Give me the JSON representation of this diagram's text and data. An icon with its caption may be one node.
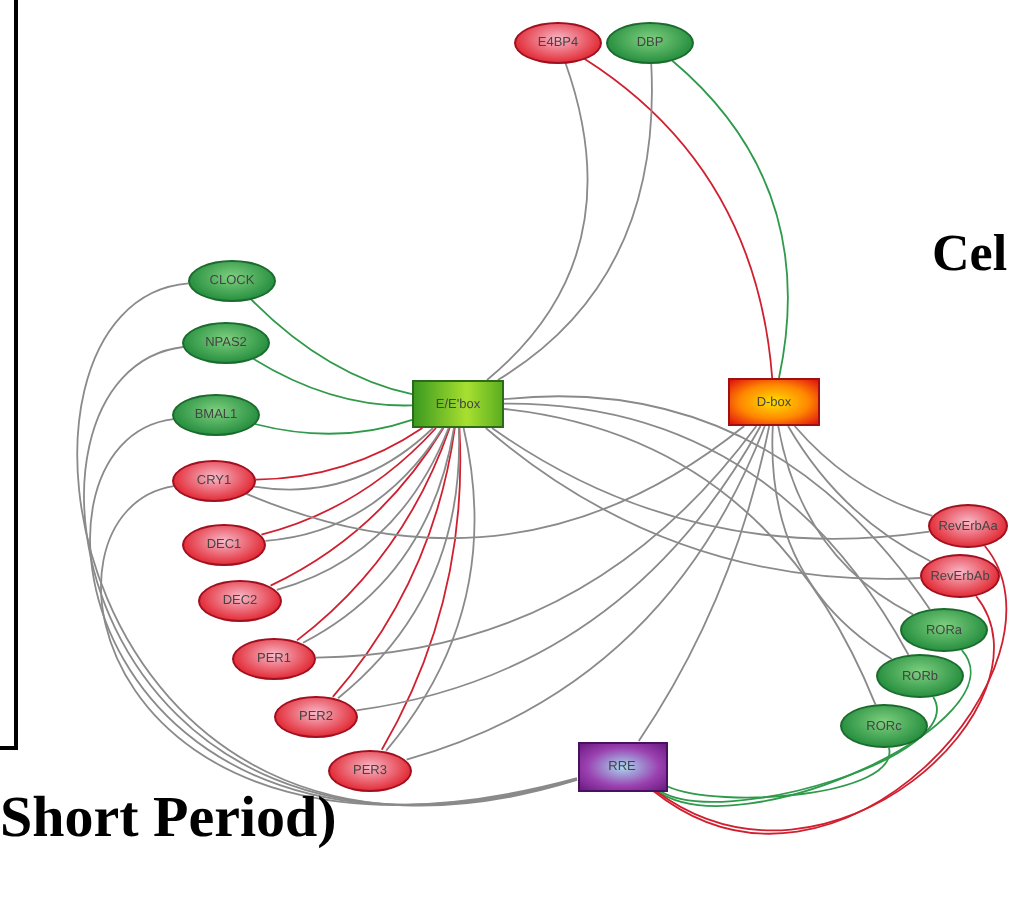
{
  "diagram": {
    "nodes": [
      {
        "text": [
          "E4BP4"
        ]
      },
      {
        "text": [
          "DBP"
        ]
      },
      {
        "text": [
          "CLOCK"
        ]
      },
      {
        "text": [
          "NPAS2"
        ]
      },
      {
        "text": [
          "BMAL1"
        ]
      },
      {
        "text": [
          "CRY1"
        ]
      },
      {
        "text": [
          "DEC1"
        ]
      },
      {
        "text": [
          "DEC2"
        ]
      },
      {
        "text": [
          "PER1"
        ]
      },
      {
        "text": [
          "PER2"
        ]
      },
      {
        "text": [
          "PER3"
        ]
      },
      {
        "text": [
          "E/E'box"
        ]
      },
      {
        "text": [
          "D-box"
        ]
      },
      {
        "text": [
          "RevErbAa"
        ]
      },
      {
        "text": [
          "RevErbAb"
        ]
      },
      {
        "text": [
          "RORa"
        ]
      },
      {
        "text": [
          "RORb"
        ]
      },
      {
        "text": [
          "RORc"
        ]
      },
      {
        "text": [
          "RRE"
        ]
      }
    ],
    "edges": [
      {
        "from": 2,
        "to": 11,
        "arrow": "none",
        "color": "#2e9a4a"
      },
      {
        "from": 3,
        "to": 11,
        "arrow": "none",
        "color": "#2e9a4a"
      },
      {
        "from": 4,
        "to": 11,
        "arrow": "none",
        "color": "#2e9a4a"
      },
      {
        "from": 5,
        "to": 11,
        "arrow": "none",
        "color": "#d02030"
      },
      {
        "from": 6,
        "to": 11,
        "arrow": "none",
        "color": "#d02030"
      },
      {
        "from": 7,
        "to": 11,
        "arrow": "none",
        "color": "#d02030"
      },
      {
        "from": 8,
        "to": 11,
        "arrow": "none",
        "color": "#d02030"
      },
      {
        "from": 9,
        "to": 11,
        "arrow": "none",
        "color": "#d02030"
      },
      {
        "from": 10,
        "to": 11,
        "arrow": "none",
        "color": "#d02030"
      },
      {
        "from": 1,
        "to": 12,
        "arrow": "none",
        "color": "#2e9a4a"
      },
      {
        "from": 0,
        "to": 12,
        "arrow": "none",
        "color": "#d02030"
      },
      {
        "from": 15,
        "to": 18,
        "arrow": "none",
        "color": "#2e9a4a"
      },
      {
        "from": 16,
        "to": 18,
        "arrow": "none",
        "color": "#2e9a4a"
      },
      {
        "from": 17,
        "to": 18,
        "arrow": "none",
        "color": "#2e9a4a"
      },
      {
        "from": 13,
        "to": 18,
        "arrow": "none",
        "color": "#d02030"
      },
      {
        "from": 14,
        "to": 18,
        "arrow": "none",
        "color": "#d02030"
      },
      {
        "from": 11,
        "to": 0,
        "arrow": "none"
      },
      {
        "from": 11,
        "to": 1,
        "arrow": "none"
      },
      {
        "from": 11,
        "to": 13,
        "arrow": "none"
      },
      {
        "from": 11,
        "to": 14,
        "arrow": "none"
      },
      {
        "from": 11,
        "to": 15,
        "arrow": "none"
      },
      {
        "from": 11,
        "to": 16,
        "arrow": "none"
      },
      {
        "from": 11,
        "to": 17,
        "arrow": "none"
      },
      {
        "from": 11,
        "to": 5,
        "arrow": "none"
      },
      {
        "from": 11,
        "to": 6,
        "arrow": "none"
      },
      {
        "from": 11,
        "to": 7,
        "arrow": "none"
      },
      {
        "from": 11,
        "to": 8,
        "arrow": "none"
      },
      {
        "from": 11,
        "to": 9,
        "arrow": "none"
      },
      {
        "from": 11,
        "to": 10,
        "arrow": "none"
      },
      {
        "from": 12,
        "to": 8,
        "arrow": "none"
      },
      {
        "from": 12,
        "to": 9,
        "arrow": "none"
      },
      {
        "from": 12,
        "to": 10,
        "arrow": "none"
      },
      {
        "from": 12,
        "to": 13,
        "arrow": "none"
      },
      {
        "from": 12,
        "to": 14,
        "arrow": "none"
      },
      {
        "from": 12,
        "to": 15,
        "arrow": "none"
      },
      {
        "from": 12,
        "to": 16,
        "arrow": "none"
      },
      {
        "from": 12,
        "to": 5,
        "arrow": "none"
      },
      {
        "from": 18,
        "to": 2,
        "arrow": "none"
      },
      {
        "from": 18,
        "to": 3,
        "arrow": "none"
      },
      {
        "from": 18,
        "to": 4,
        "arrow": "none"
      },
      {
        "from": 18,
        "to": 5,
        "arrow": "none"
      },
      {
        "from": 18,
        "to": 12,
        "arrow": "none"
      }
    ],
    "labels": [
      "Cel",
      "Short Period)"
    ]
  }
}
